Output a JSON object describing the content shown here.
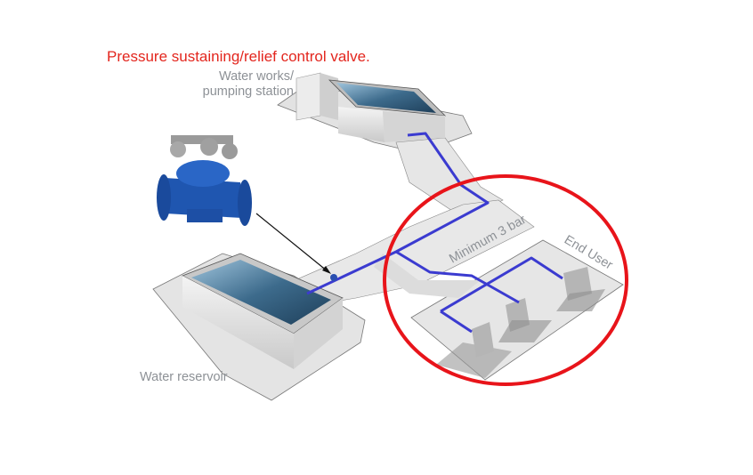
{
  "title": "Pressure sustaining/relief control valve.",
  "labels": {
    "water_works_line1": "Water works/",
    "water_works_line2": "pumping station",
    "water_reservoir": "Water reservoir",
    "minimum_pressure": "Minimum 3 bar",
    "end_user": "End User"
  },
  "colors": {
    "title": "#e3261e",
    "highlight_circle": "#e8141a",
    "pipe": "#3b3bd0",
    "valve": "#1f56b0",
    "label": "#8d9196",
    "ground": "#e4e4e4"
  }
}
